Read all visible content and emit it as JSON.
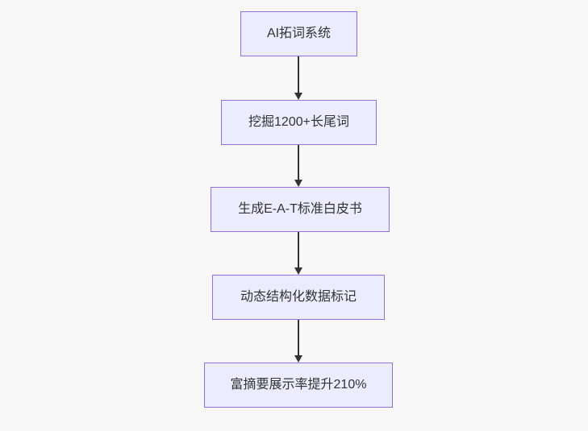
{
  "flowchart": {
    "type": "flowchart-top-down",
    "nodes": [
      {
        "label": "AI拓词系统"
      },
      {
        "label": "挖掘1200+长尾词"
      },
      {
        "label": "生成E-A-T标准白皮书"
      },
      {
        "label": "动态结构化数据标记"
      },
      {
        "label": "富摘要展示率提升210%"
      }
    ],
    "edges": [
      {
        "from": 0,
        "to": 1
      },
      {
        "from": 1,
        "to": 2
      },
      {
        "from": 2,
        "to": 3
      },
      {
        "from": 3,
        "to": 4
      }
    ],
    "colors": {
      "node_fill": "#ececff",
      "node_border": "#9370db",
      "arrow": "#333333",
      "text": "#333333",
      "background": "#f8f8f8"
    }
  }
}
